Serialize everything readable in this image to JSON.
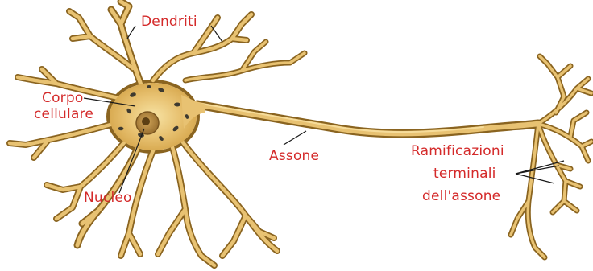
{
  "labels": {
    "dendrites": "Dendriti",
    "cell_body_line1": "Corpo",
    "cell_body_line2": "cellulare",
    "nucleus": "Nucleo",
    "axon": "Assone",
    "terminals_line1": "Ramificazioni",
    "terminals_line2": "terminali",
    "terminals_line3": "dell'assone"
  },
  "colors": {
    "label_text": "#d42a2a",
    "neuron_outline": "#8a6420",
    "neuron_fill": "#e8c272",
    "neuron_highlight": "#f6dc9a",
    "soma_center": "#f4d98c",
    "nucleus_fill": "#b88a3a",
    "organelle": "#3e3a30",
    "pointer_line": "#1a1a1a"
  }
}
